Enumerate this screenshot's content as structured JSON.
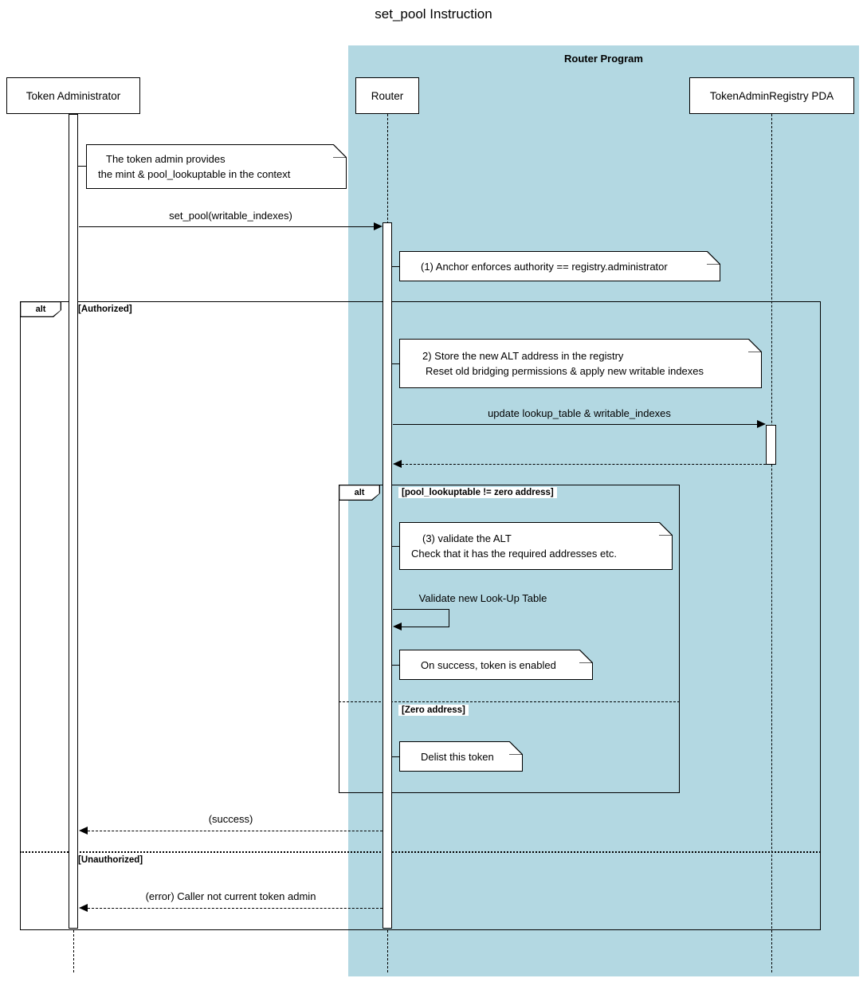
{
  "title": "set_pool Instruction",
  "frame": {
    "label": "Router Program"
  },
  "participants": {
    "token_admin": "Token Administrator",
    "router": "Router",
    "registry_pda": "TokenAdminRegistry PDA"
  },
  "fragments": {
    "outer": {
      "operator": "alt",
      "guard_authorized": "[Authorized]",
      "guard_unauthorized": "[Unauthorized]"
    },
    "inner": {
      "operator": "alt",
      "guard_nonzero": "[pool_lookuptable != zero address]",
      "guard_zero": "[Zero address]"
    }
  },
  "messages": {
    "set_pool": "set_pool(writable_indexes)",
    "update_lookup": "update lookup_table & writable_indexes",
    "validate_self": "Validate new Look-Up Table",
    "success_return": "(success)",
    "error_return": "(error) Caller not current token admin"
  },
  "notes": {
    "context": {
      "line1": "The token admin provides",
      "line2": "the mint & pool_lookuptable in the context"
    },
    "anchor_auth": {
      "line1": "(1) Anchor enforces authority == registry.administrator"
    },
    "store_alt": {
      "line1": "2) Store the new ALT address in the registry",
      "line2": "Reset old bridging permissions & apply new writable indexes"
    },
    "validate_alt": {
      "line1": "(3) validate the ALT",
      "line2": "Check that it has the required addresses etc."
    },
    "success_note": {
      "line1": "On success, token is enabled"
    },
    "delist": {
      "line1": "Delist this token"
    }
  },
  "colors": {
    "frame_bg": "#B3D8E2",
    "note_bg": "#FFFFFF",
    "line": "#000000"
  }
}
